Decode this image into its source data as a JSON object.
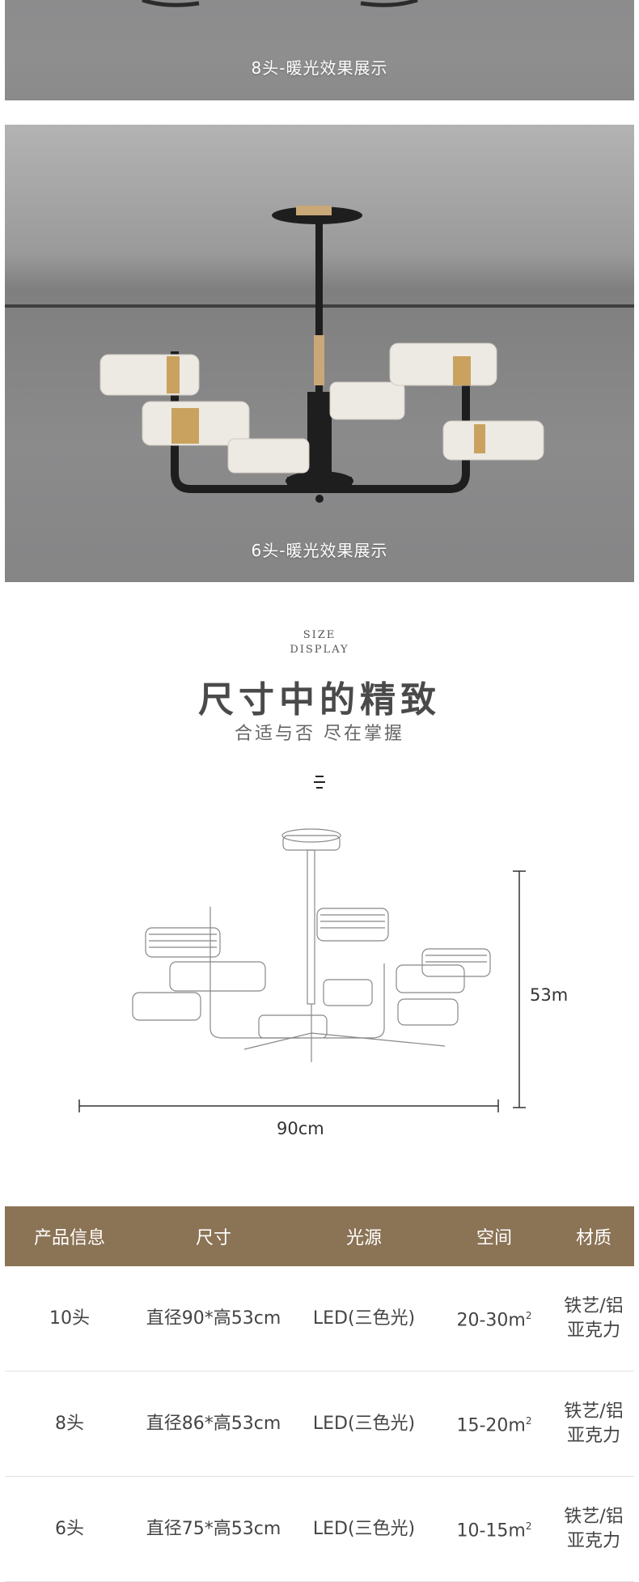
{
  "photos": {
    "top_caption": "8头-暖光效果展示",
    "main_caption": "6头-暖光效果展示"
  },
  "size_section": {
    "label_line1": "SIZE",
    "label_line2": "DISPLAY",
    "title": "尺寸中的精致",
    "subtitle": "合适与否 尽在掌握"
  },
  "diagram": {
    "width_label": "90cm",
    "height_label": "53m"
  },
  "table": {
    "headers": [
      "产品信息",
      "尺寸",
      "光源",
      "空间",
      "材质"
    ],
    "rows": [
      {
        "info": "10头",
        "size": "直径90*高53cm",
        "light": "LED(三色光)",
        "space": "20-30m",
        "material_line1": "铁艺/铝",
        "material_line2": "亚克力"
      },
      {
        "info": "8头",
        "size": "直径86*高53cm",
        "light": "LED(三色光)",
        "space": "15-20m",
        "material_line1": "铁艺/铝",
        "material_line2": "亚克力"
      },
      {
        "info": "6头",
        "size": "直径75*高53cm",
        "light": "LED(三色光)",
        "space": "10-15m",
        "material_line1": "铁艺/铝",
        "material_line2": "亚克力"
      }
    ],
    "area_superscript": "2"
  },
  "colors": {
    "table_header_bg": "#8b7355",
    "table_header_text": "#ffffff",
    "title_text": "#4a4a4a"
  }
}
